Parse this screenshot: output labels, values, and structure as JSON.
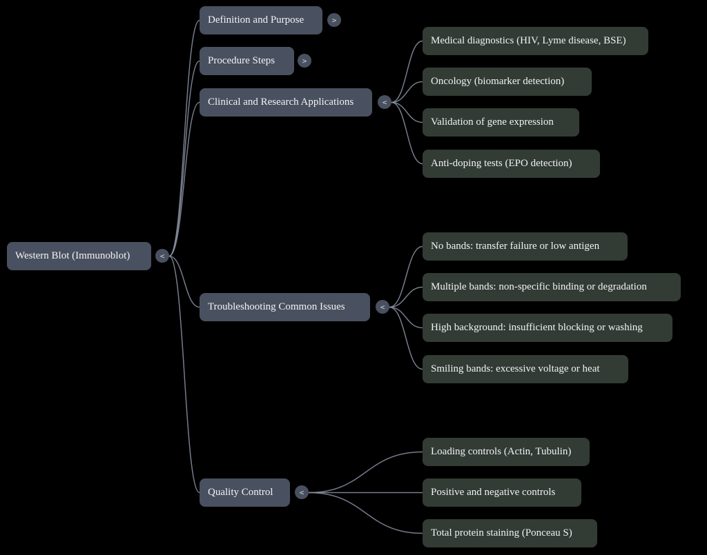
{
  "colors": {
    "background": "#000000",
    "branch_fill": "#49505f",
    "leaf_fill": "#323b34",
    "edge": "#8b93a5",
    "text": "#f2f3f5"
  },
  "root": {
    "label": "Western Blot (Immunoblot)",
    "toggle": "<"
  },
  "branches": [
    {
      "label": "Definition and Purpose",
      "toggle": ">",
      "children": []
    },
    {
      "label": "Procedure Steps",
      "toggle": ">",
      "children": []
    },
    {
      "label": "Clinical and Research Applications",
      "toggle": "<",
      "children": [
        "Medical diagnostics (HIV, Lyme disease, BSE)",
        "Oncology (biomarker detection)",
        "Validation of gene expression",
        "Anti-doping tests (EPO detection)"
      ]
    },
    {
      "label": "Troubleshooting Common Issues",
      "toggle": "<",
      "children": [
        "No bands: transfer failure or low antigen",
        "Multiple bands: non-specific binding or degradation",
        "High background: insufficient blocking or washing",
        "Smiling bands: excessive voltage or heat"
      ]
    },
    {
      "label": "Quality Control",
      "toggle": "<",
      "children": [
        "Loading controls (Actin, Tubulin)",
        "Positive and negative controls",
        "Total protein staining (Ponceau S)"
      ]
    }
  ]
}
